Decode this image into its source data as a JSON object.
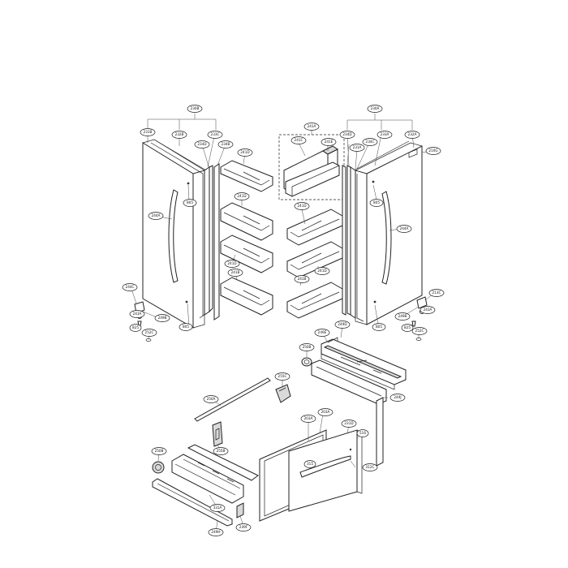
{
  "diagram": {
    "callouts": {
      "c230B": "230B",
      "c231B": "231B",
      "c232B": "232B",
      "c233C": "233C",
      "c234D_l": "234D",
      "c234B": "234B",
      "c241D_top": "241D",
      "c241D_mid": "241D",
      "c241D_low": "241D",
      "c241B_l": "241B",
      "c241A": "241A",
      "c241C": "241C",
      "c241E": "241E",
      "c241D_r1": "241D",
      "c241D_r2": "241D",
      "c241B_r": "241B",
      "c230A": "230A",
      "c234D_r": "234D",
      "c231A": "231A",
      "c234C": "234C",
      "c233A": "233A",
      "c232A": "232A",
      "c210G": "210G",
      "c805_l1": "805",
      "c805_l2": "805",
      "c805_r1": "805",
      "c805_r2": "805",
      "c244A_l": "244A",
      "c244A_r": "244A",
      "c244C": "244C",
      "c243A_l": "243A",
      "c249B_l": "249B",
      "c825_l": "825",
      "c252C_l": "252C",
      "c213C": "213C",
      "c243A_r": "243A",
      "c249B_r": "249B",
      "c825_r": "825",
      "c252C_r": "252C",
      "c249D": "249D",
      "c249E": "249E",
      "c250B_top": "250B",
      "c249J": "249J",
      "c255C": "255C",
      "c250A": "250A",
      "c203A": "203A",
      "c203A_2": "203A",
      "c231D": "231D",
      "c516": "516",
      "c315": "315",
      "c312C": "312C",
      "c255B": "255B",
      "c250B": "250B",
      "c331A": "331A",
      "c249H": "249H",
      "c249F": "249F"
    }
  }
}
